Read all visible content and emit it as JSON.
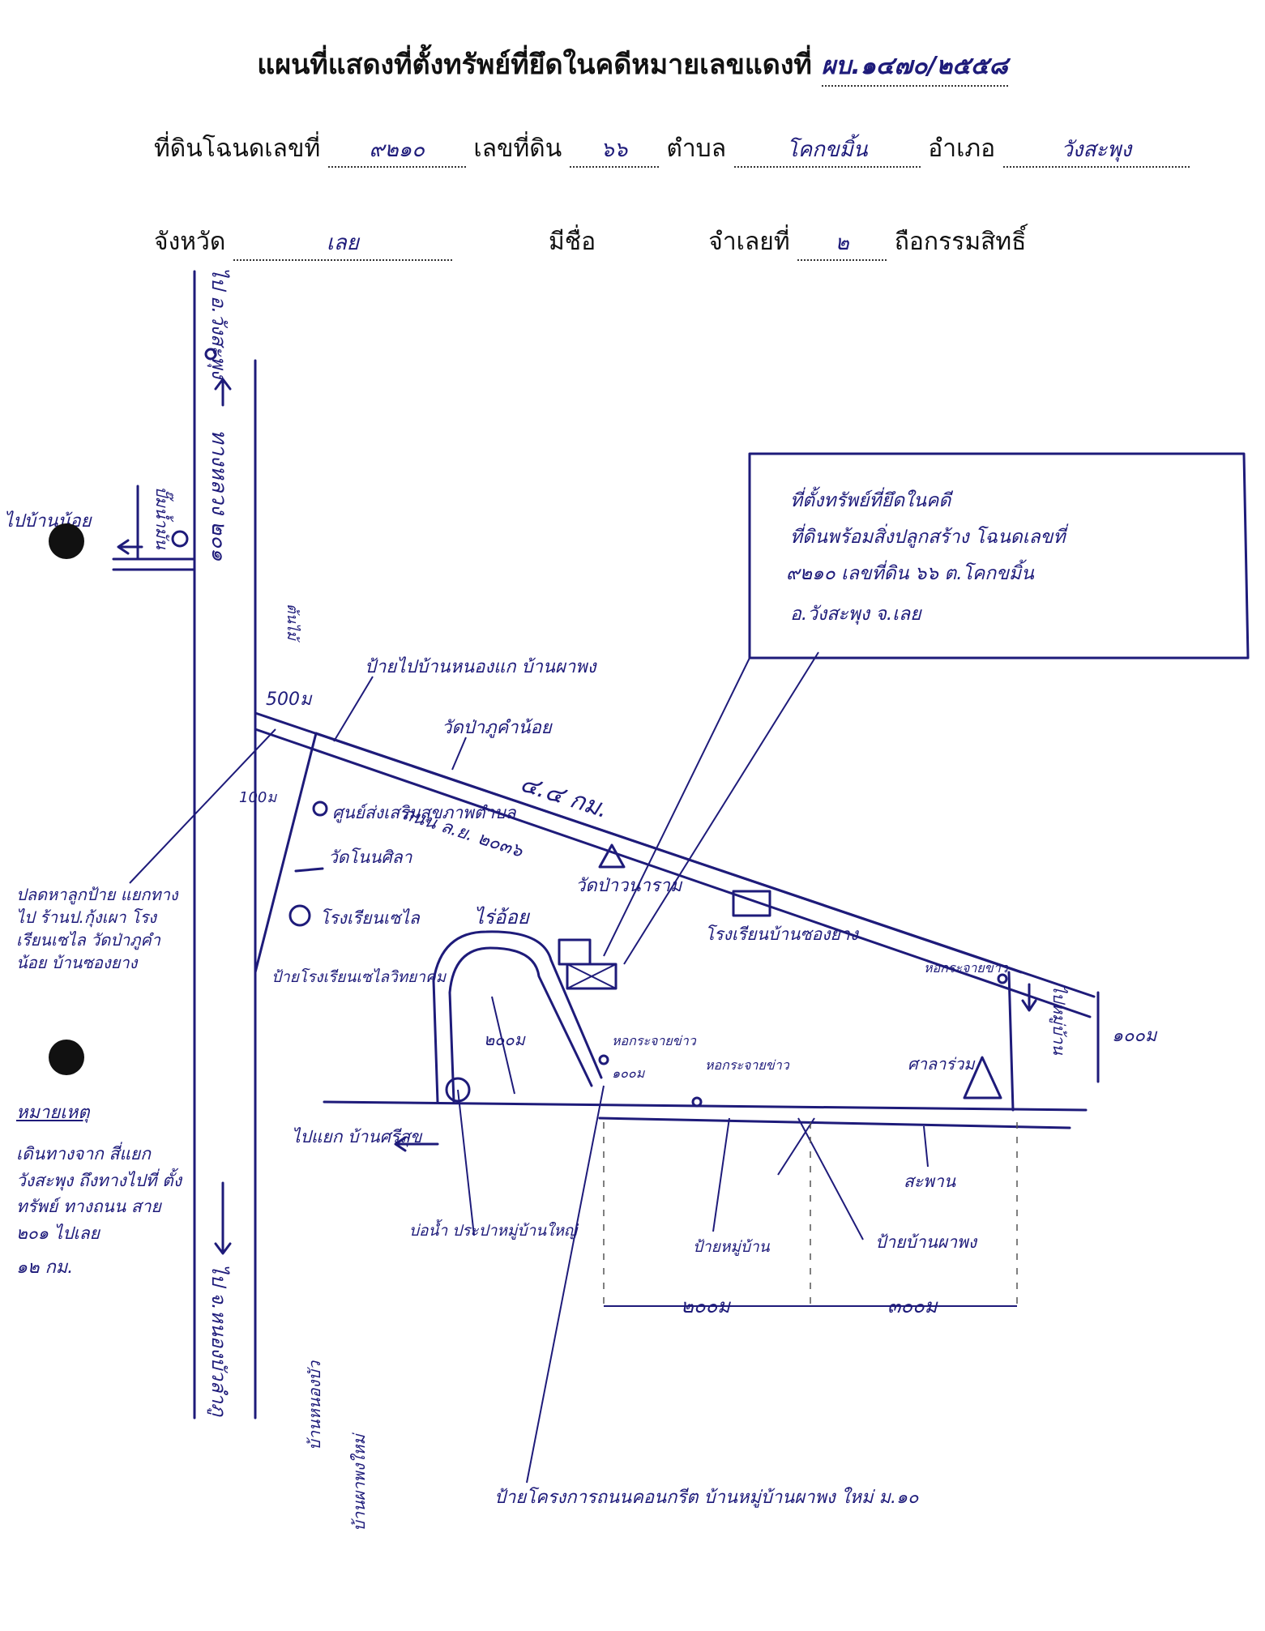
{
  "header": {
    "title": "แผนที่แสดงที่ตั้งทรัพย์ที่ยึดในคดีหมายเลขแดงที่",
    "case_number": "ผบ.๑๔๗๐/๒๕๕๘",
    "title_deed_label": "ที่ดินโฉนดเลขที่",
    "title_deed_value": "๙๒๑๐",
    "land_no_label": "เลขที่ดิน",
    "land_no_value": "๖๖",
    "subdistrict_label": "ตำบล",
    "subdistrict_value": "โคกขมิ้น",
    "district_label": "อำเภอ",
    "district_value": "วังสะพุง",
    "province_label": "จังหวัด",
    "province_value": "เลย",
    "name_label": "มีชื่อ",
    "debtor_no_label": "จำเลยที่",
    "debtor_no_value": "๒",
    "ownership_label": "ถือกรรมสิทธิ์"
  },
  "map": {
    "highway_north": "ไป อ.วังสะพุง",
    "highway_name": "ทางหลวง ๒๐๑",
    "highway_south": "ไป จ.หนองบัวลำภู",
    "to_village_west": "ไปบ้านน้อย",
    "gas_station": "ปั๊มน้ำมัน",
    "pole_label": "ต้นไม้",
    "sign_label": "ป้ายไปบ้านหนองแก บ้านผาพง",
    "dist_500m": "500ม",
    "dist_100m": "100ม",
    "road_name": "ถนน ล.ย. ๒๐๓๖",
    "road_length": "๔.๔ กม.",
    "temple_near": "วัดป่าภูคำน้อย",
    "health_center": "ศูนย์ส่งเสริมสุขภาพตำบล",
    "temple_nong_sala": "วัดโนนศิลา",
    "school": "โรงเรียนเซไล",
    "school_sign": "ป้ายโรงเรียนเซไลวิทยาคม",
    "temple_wanaram": "วัดป่าวนาราม",
    "school_bansong": "โรงเรียนบ้านซองยาง",
    "farm": "ไร่อ้อย",
    "distance_200m": "๒๐๐ม",
    "water_tower": "หอกระจายข่าว",
    "pole_100m": "๑๐๐ม",
    "water_tower_2": "หอกระจายข่าว",
    "tower_north": "หอกระจายข่าว",
    "pavilion": "ศาลาร่วม",
    "road_to_village": "ไปแยก บ้านศรีสุข",
    "bridge": "สะพาน",
    "village_road_sign": "ป้ายหมู่บ้าน",
    "sign_village": "ป้ายบ้านผาพง",
    "pond": "บ่อน้ำ ประปาหมู่บ้านใหญ่",
    "dim_200": "๒๐๐ม",
    "dim_300": "๓๐๐ม",
    "dim_100": "๑๐๐ม",
    "bottom_sign": "ป้ายโครงการถนนคอนกรีต บ้านหมู่บ้านผาพง ใหม่ ม.๑๐",
    "right_sign": "ไปหมู่บ้าน",
    "bottom_vertical_1": "บ้านหนองบัว",
    "bottom_vertical_2": "บ้านผาพงใหม่",
    "left_note": "ปลดหาลูกป้าย แยกทางไป ร้านป.กุ้งเผา โรงเรียนเซไล วัดป่าภูคำน้อย บ้านซองยาง",
    "remark_title": "หมายเหตุ",
    "remark_body": "เดินทางจาก สี่แยกวังสะพุง ถึงทางไปที่ ตั้งทรัพย์ ทางถนน สาย ๒๐๑ ไปเลย",
    "remark_distance": "๑๒ กม.",
    "box_text_1": "ที่ตั้งทรัพย์ที่ยึดในคดี",
    "box_text_2": "ที่ดินพร้อมสิ่งปลูกสร้าง โฉนดเลขที่",
    "box_text_3": "๙๒๑๐ เลขที่ดิน ๖๖ ต.โคกขมิ้น",
    "box_text_4": "อ.วังสะพุง จ.เลย"
  }
}
